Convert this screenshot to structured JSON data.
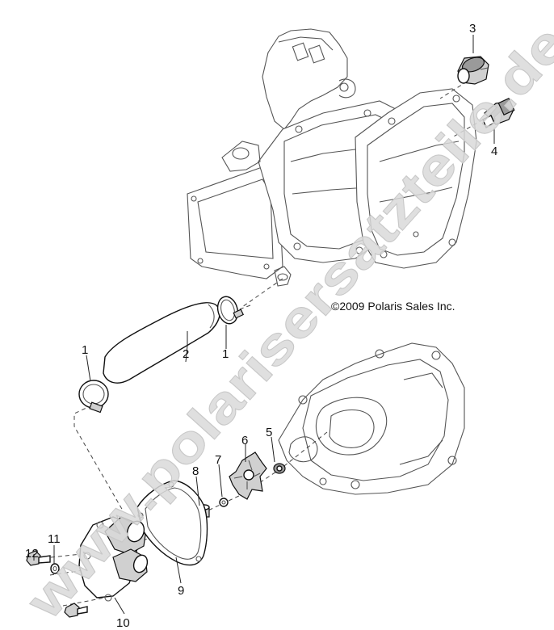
{
  "diagram": {
    "copyright": "©2009 Polaris Sales Inc.",
    "watermark": "www.polarisersatzteile.de",
    "callouts": [
      {
        "id": "1a",
        "label": "1"
      },
      {
        "id": "1b",
        "label": "1"
      },
      {
        "id": "2",
        "label": "2"
      },
      {
        "id": "3",
        "label": "3"
      },
      {
        "id": "4",
        "label": "4"
      },
      {
        "id": "5",
        "label": "5"
      },
      {
        "id": "6",
        "label": "6"
      },
      {
        "id": "7",
        "label": "7"
      },
      {
        "id": "8",
        "label": "8"
      },
      {
        "id": "9",
        "label": "9"
      },
      {
        "id": "10",
        "label": "10"
      },
      {
        "id": "11",
        "label": "11"
      },
      {
        "id": "12",
        "label": "12"
      }
    ]
  }
}
